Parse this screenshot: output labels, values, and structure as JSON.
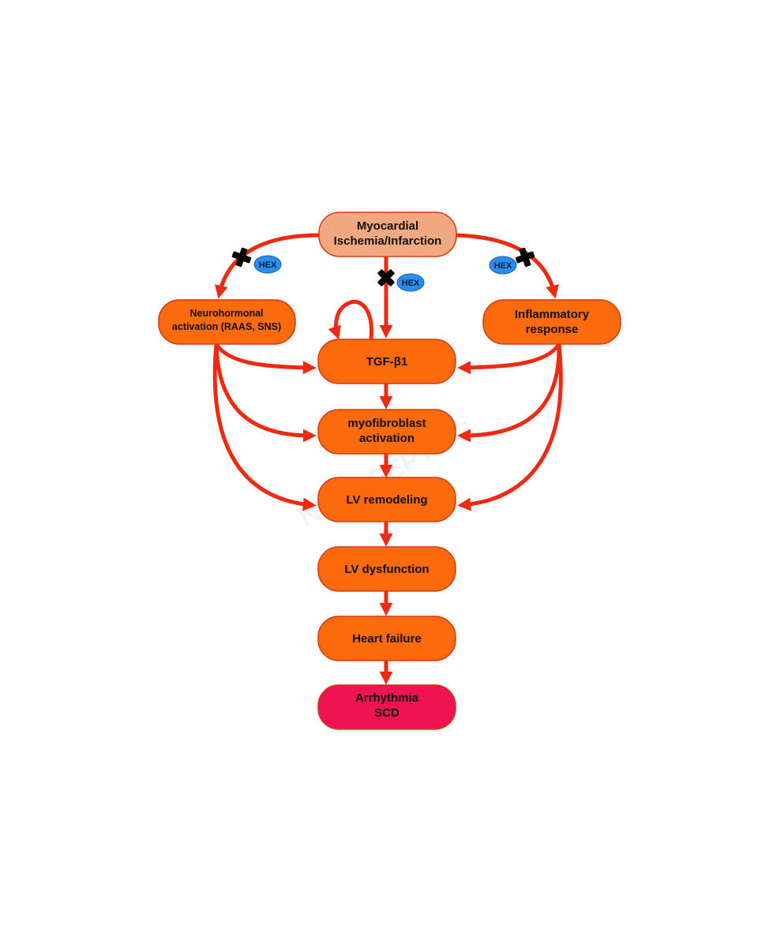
{
  "nodes": {
    "myocardial": {
      "line1": "Myocardial",
      "line2": "Ischemia/Infarction"
    },
    "neurohormonal": {
      "line1": "Neurohormonal",
      "line2": "activation (RAAS, SNS)"
    },
    "inflammatory": {
      "line1": "Inflammatory",
      "line2": "response"
    },
    "tgf": {
      "label": "TGF-β1"
    },
    "myofibroblast": {
      "line1": "myofibroblast",
      "line2": "activation"
    },
    "lv_remodeling": {
      "label": "LV remodeling"
    },
    "lv_dysfunction": {
      "label": "LV dysfunction"
    },
    "heart_failure": {
      "label": "Heart failure"
    },
    "arrhythmia": {
      "line1": "Arrhythmia",
      "line2": "SCD"
    }
  },
  "inhibitors": {
    "left": "HEX",
    "center": "HEX",
    "right": "HEX"
  },
  "watermark": "NOVOPEPTIDE",
  "colors": {
    "node_fill": "#fb6a0c",
    "top_node_fill": "#f6b089",
    "terminal_fill": "#ee1452",
    "arrow": "#ee2a12",
    "hex_badge": "#2a8ef0",
    "block_mark": "#000000"
  }
}
